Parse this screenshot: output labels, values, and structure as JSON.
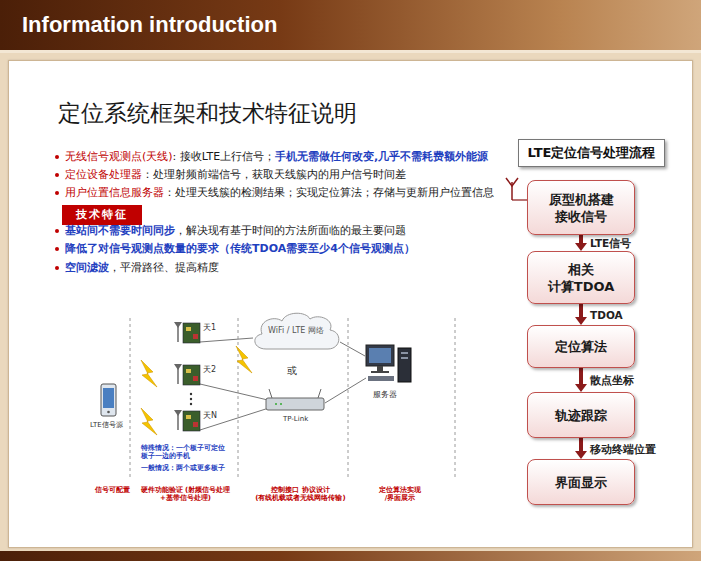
{
  "diagram": {
    "title": "定位系统框架和技术特征说明",
    "nodes": [
      {
        "text": [
          "技术特征"
        ]
      },
      {
        "text": [
          "WiFi / LTE 网络"
        ]
      },
      {
        "text": [
          "LTE定位信号处理流程"
        ]
      },
      {
        "text": [
          "原型机搭建 接收信号"
        ]
      },
      {
        "text": [
          "相关 计算TDOA"
        ]
      },
      {
        "text": [
          "定位算法"
        ]
      },
      {
        "text": [
          "轨迹跟踪"
        ]
      },
      {
        "text": [
          "界面显示"
        ]
      }
    ],
    "edges": [
      {
        "from": 3,
        "to": 4,
        "arrow": "to",
        "label": "LTE信号"
      },
      {
        "from": 4,
        "to": 5,
        "arrow": "to",
        "label": "TDOA"
      },
      {
        "from": 5,
        "to": 6,
        "arrow": "to",
        "label": "散点坐标"
      },
      {
        "from": 6,
        "to": 7,
        "arrow": "to",
        "label": "移动终端位置"
      }
    ],
    "labels": [
      "Information introduction",
      "无线信号观测点(天线)",
      ": 接收LTE上行信号；",
      "手机无需做任何改变,几乎不需耗费额外能源",
      "定位设备处理器",
      "：处理射频前端信号，获取天线簇内的用户信号时间差",
      "用户位置信息服务器",
      "：处理天线簇的检测结果；实现定位算法；存储与更新用户位置信息",
      "基站间不需要时间同步",
      "，解决现有基于时间的方法所面临的最主要问题",
      "降低了对信号观测点数量的要求（传统TDOA需要至少4个信号观测点）",
      "空间滤波",
      "，平滑路径、提高精度",
      "天1",
      "天2",
      "天N",
      "LTE信号源",
      "或",
      "TP-Link",
      "服务器",
      "特殊情况：一个板子可定位 板子一边的手机",
      "一般情况：两个或更多板子",
      "信号可配置",
      "硬件功能验证 (射频信号处理+基带信号处理)",
      "控制接口 协议设计 (有线机载或者无线网络传输)",
      "定位算法实现 /界面展示"
    ]
  }
}
